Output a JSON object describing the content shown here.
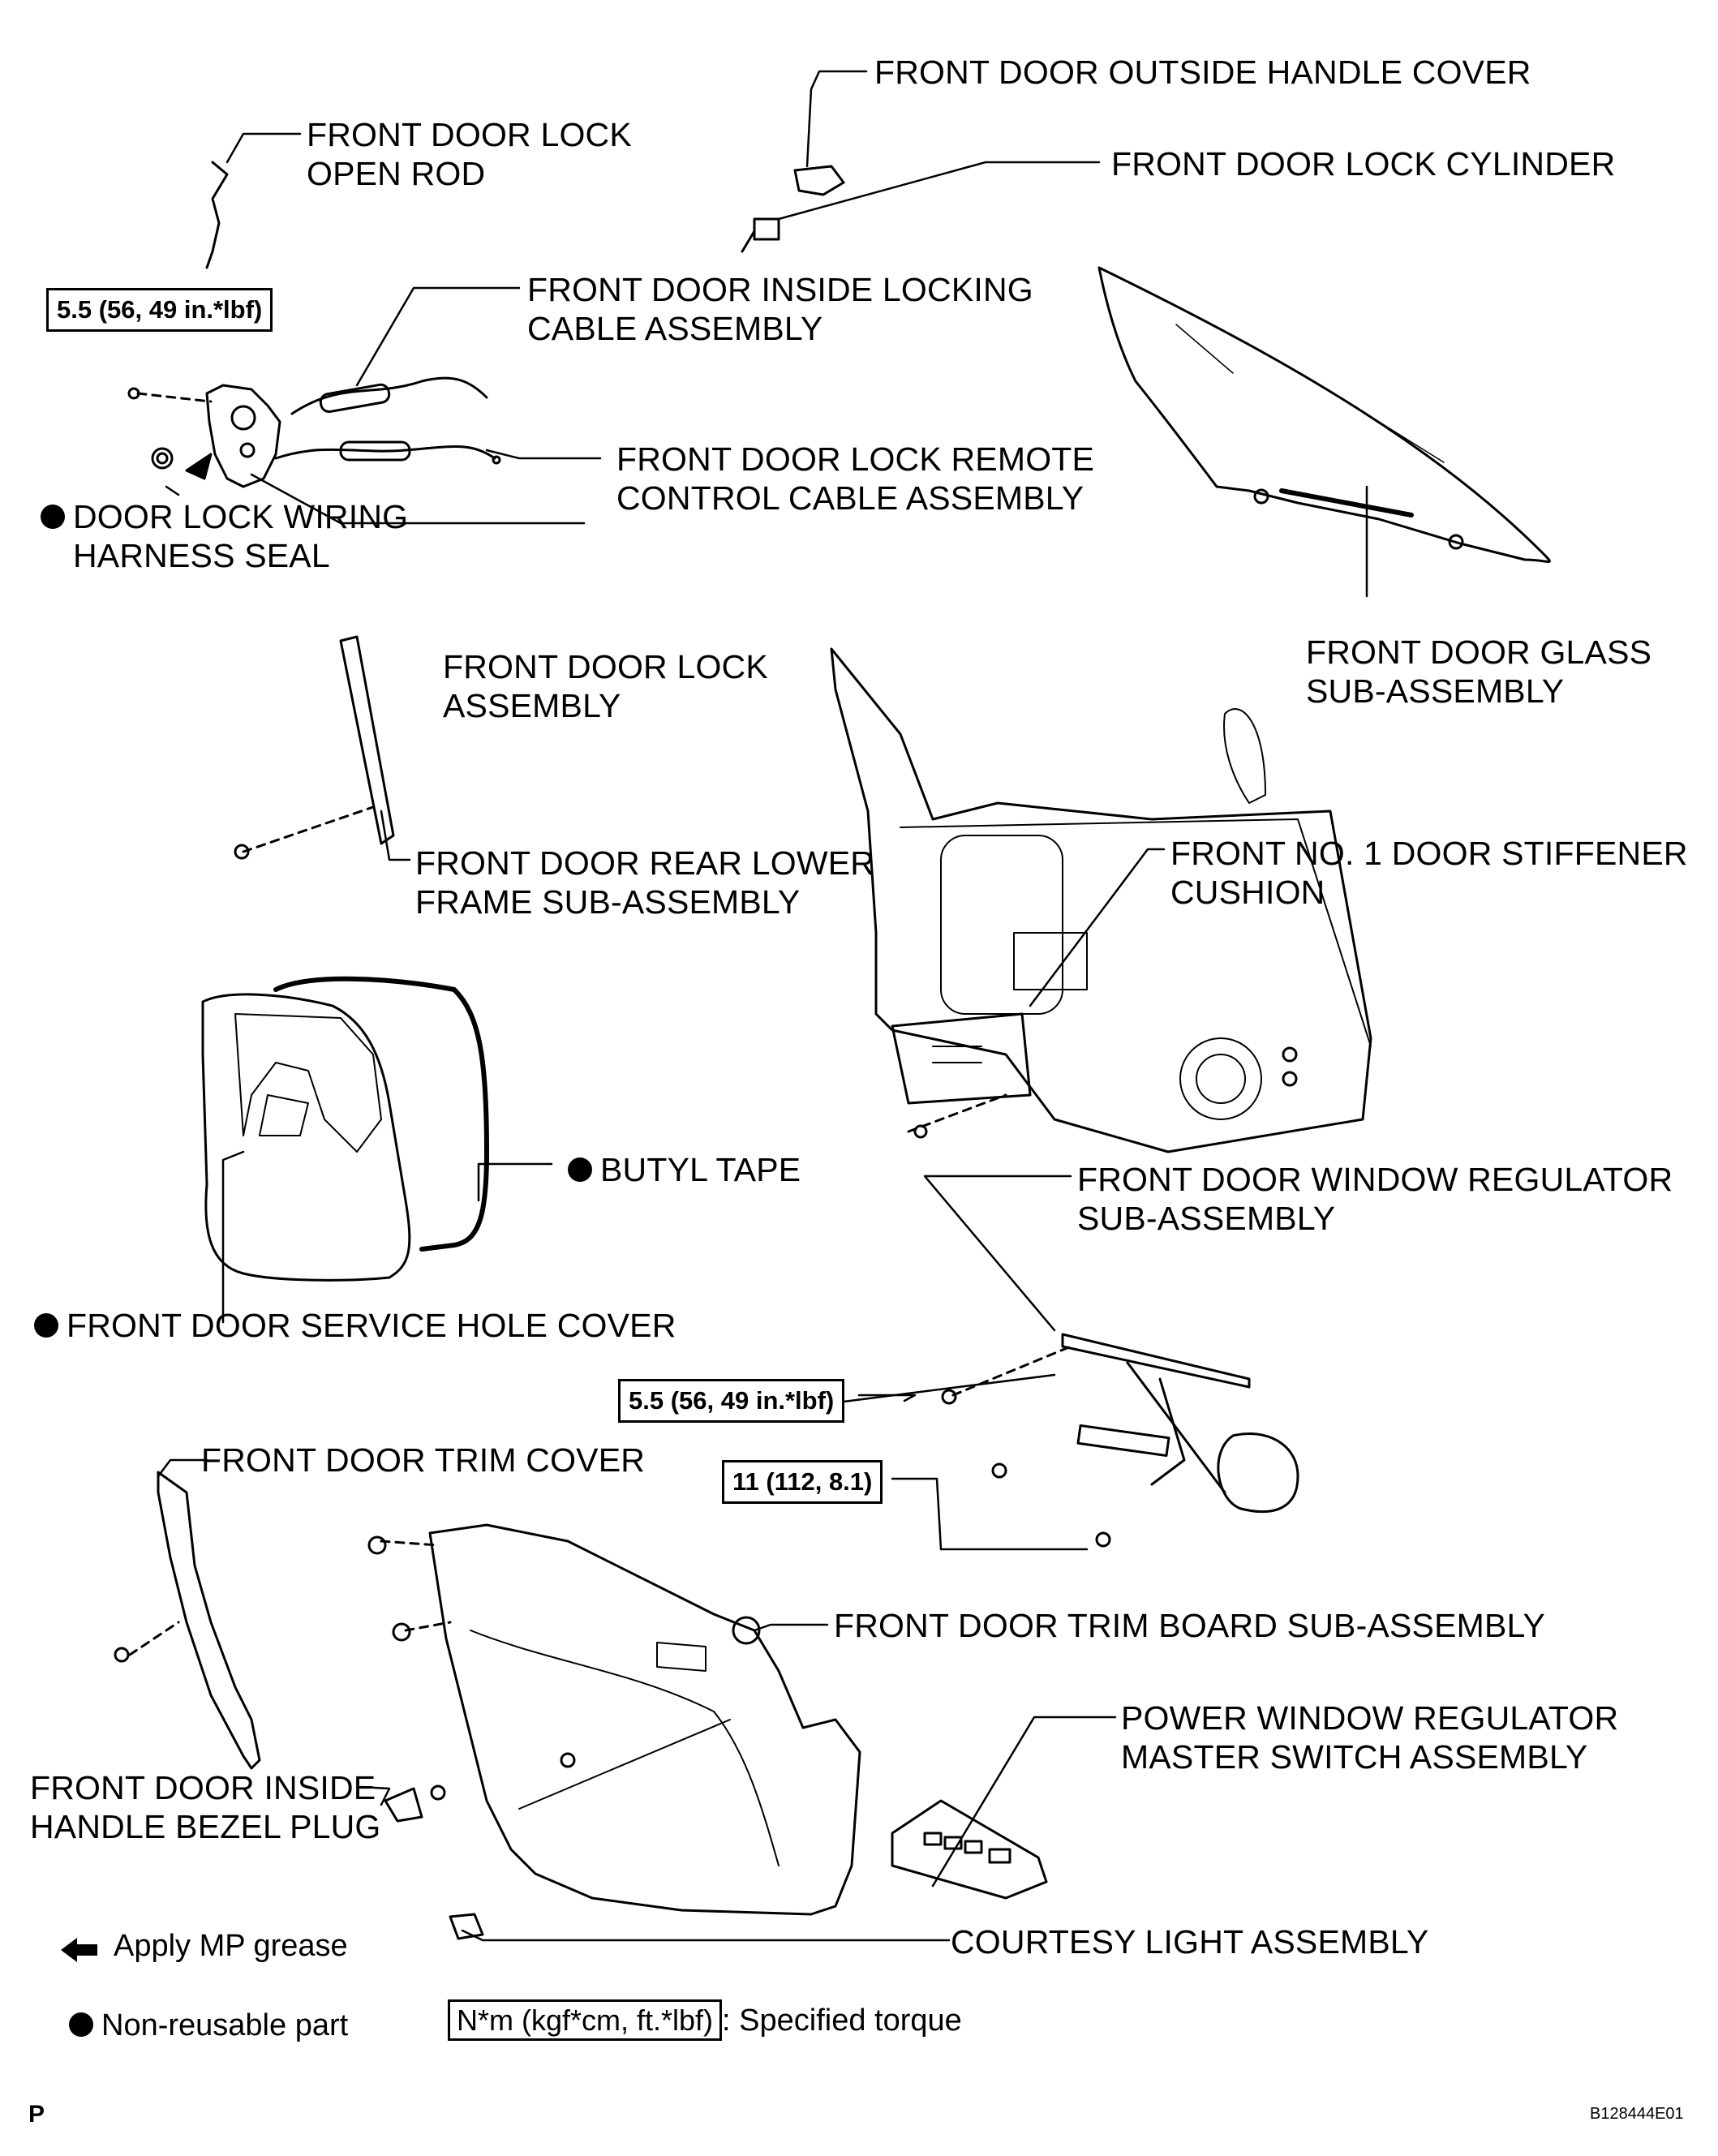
{
  "labels": {
    "outside_handle_cover": [
      "FRONT DOOR OUTSIDE HANDLE COVER"
    ],
    "lock_open_rod": [
      "FRONT DOOR LOCK",
      "OPEN ROD"
    ],
    "lock_cylinder": [
      "FRONT DOOR LOCK CYLINDER"
    ],
    "inside_locking_cable": [
      "FRONT DOOR INSIDE LOCKING",
      "CABLE ASSEMBLY"
    ],
    "remote_control_cable": [
      "FRONT DOOR LOCK REMOTE",
      "CONTROL CABLE ASSEMBLY"
    ],
    "wiring_harness_seal": [
      "DOOR LOCK WIRING",
      "HARNESS SEAL"
    ],
    "lock_assembly": [
      "FRONT DOOR LOCK",
      "ASSEMBLY"
    ],
    "glass_sub_assembly": [
      "FRONT DOOR GLASS",
      "SUB-ASSEMBLY"
    ],
    "rear_lower_frame": [
      "FRONT DOOR REAR LOWER",
      "FRAME SUB-ASSEMBLY"
    ],
    "stiffener_cushion": [
      "FRONT NO. 1 DOOR STIFFENER",
      "CUSHION"
    ],
    "butyl_tape": [
      "BUTYL TAPE"
    ],
    "window_regulator": [
      "FRONT DOOR WINDOW REGULATOR",
      "SUB-ASSEMBLY"
    ],
    "service_hole_cover": [
      "FRONT DOOR SERVICE HOLE COVER"
    ],
    "trim_cover": [
      "FRONT DOOR TRIM COVER"
    ],
    "trim_board": [
      "FRONT DOOR TRIM BOARD SUB-ASSEMBLY"
    ],
    "master_switch": [
      "POWER WINDOW REGULATOR",
      "MASTER SWITCH ASSEMBLY"
    ],
    "inside_handle_bezel_plug": [
      "FRONT DOOR INSIDE",
      "HANDLE BEZEL PLUG"
    ],
    "courtesy_light": [
      "COURTESY LIGHT ASSEMBLY"
    ]
  },
  "torques": {
    "lock_bolt": "5.5 (56, 49 in.*lbf)",
    "regulator_bolt": "5.5 (56, 49 in.*lbf)",
    "regulator_motor_bolt": "11 (112, 8.1)"
  },
  "legend": {
    "grease": "Apply MP grease",
    "non_reusable": "Non-reusable part",
    "torque_box": "N*m (kgf*cm, ft.*lbf)",
    "torque_text": ": Specified torque"
  },
  "footer": {
    "page_mark": "P",
    "figure_code": "B128444E01"
  }
}
